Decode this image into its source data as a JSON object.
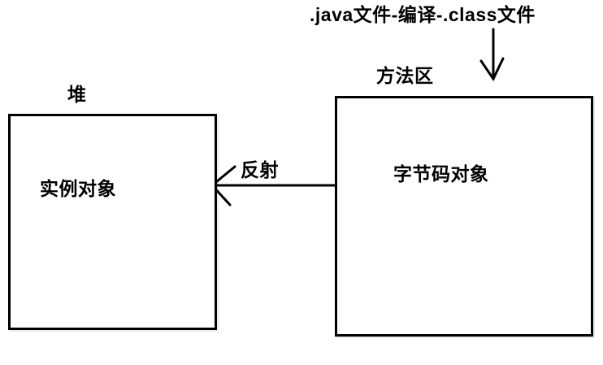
{
  "diagram": {
    "top_note": ".java文件-编译-.class文件",
    "heap": {
      "title": "堆",
      "content": "实例对象"
    },
    "method_area": {
      "title": "方法区",
      "content": "字节码对象"
    },
    "reflection_arrow_label": "反射",
    "arrows": [
      {
        "name": "compile-down-arrow",
        "from": "top_note",
        "to": "method_area"
      },
      {
        "name": "reflection-left-arrow",
        "from": "method_area",
        "to": "heap"
      }
    ],
    "colors": {
      "background": "#ffffff",
      "line": "#000000",
      "text": "#000000"
    }
  }
}
